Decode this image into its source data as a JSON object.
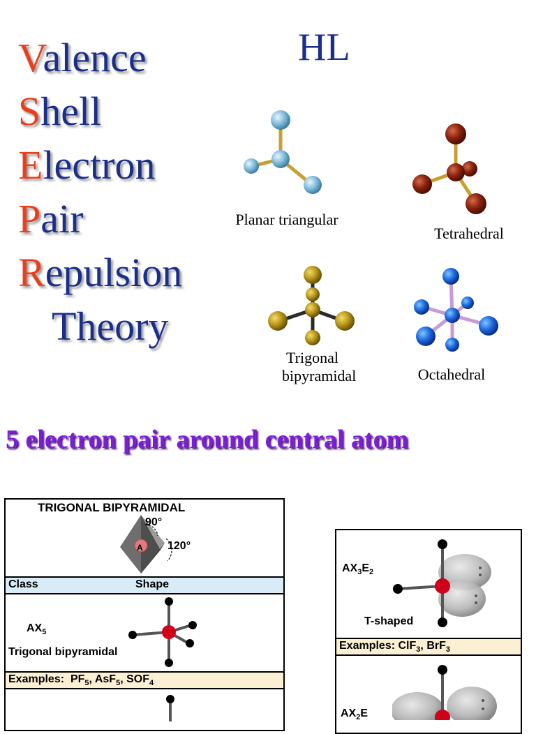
{
  "acronym": [
    {
      "initial": "V",
      "rest": "alence"
    },
    {
      "initial": "S",
      "rest": "hell"
    },
    {
      "initial": "E",
      "rest": "lectron"
    },
    {
      "initial": "P",
      "rest": "air"
    },
    {
      "initial": "R",
      "rest": "epulsion"
    }
  ],
  "theory_word": "Theory",
  "level": "HL",
  "shapes": {
    "planar": "Planar triangular",
    "tetrahedral": "Tetrahedral",
    "trigonal_line1": "Trigonal",
    "trigonal_line2": "bipyramidal",
    "octahedral": "Octahedral"
  },
  "banner": "5 electron pair around central atom",
  "table": {
    "title": "TRIGONAL BIPYRAMIDAL",
    "angle_axial": "90°",
    "angle_equatorial": "120°",
    "central_atom": "A",
    "col_class": "Class",
    "col_shape": "Shape",
    "class_formula": "AX",
    "class_formula_sub": "5",
    "class_name": "Trigonal bipyramidal",
    "examples_label": "Examples:",
    "examples": [
      {
        "base": "PF",
        "sub": "5",
        "tail": ","
      },
      {
        "base": "AsF",
        "sub": "5",
        "tail": ","
      },
      {
        "base": "SOF",
        "sub": "4",
        "tail": ""
      }
    ]
  },
  "right_box": {
    "formula": "AX",
    "formula_sub1": "3",
    "formula_mid": "E",
    "formula_sub2": "2",
    "shape_name": "T-shaped",
    "examples_label": "Examples:",
    "examples": [
      {
        "base": "ClF",
        "sub": "3",
        "tail": ","
      },
      {
        "base": "BrF",
        "sub": "3",
        "tail": ""
      }
    ],
    "next_formula": "AX",
    "next_sub1": "2",
    "next_mid": "E"
  },
  "colors": {
    "title_blue": "#1a2f8a",
    "initial_red": "#e8401c",
    "banner_purple": "#7a1fd6",
    "header_blue": "#d8ecf8",
    "examples_tan": "#fbefd4"
  }
}
